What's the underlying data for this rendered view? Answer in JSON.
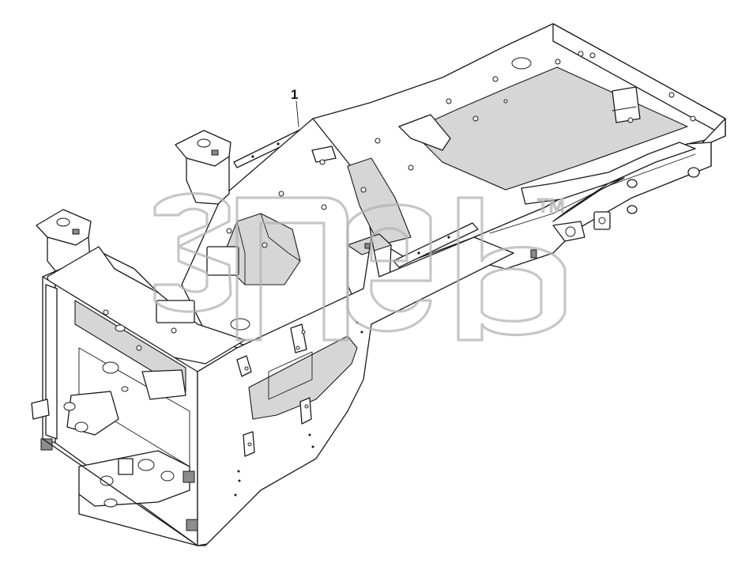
{
  "diagram": {
    "callouts": [
      {
        "id": "part-1",
        "label": "1"
      }
    ],
    "watermark": {
      "tm": "TM"
    }
  }
}
